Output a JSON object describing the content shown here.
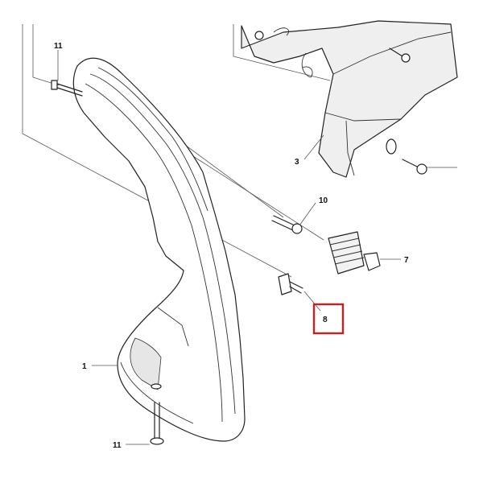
{
  "callouts": {
    "handle_top_screw": "11",
    "bracket": "3",
    "screw_10": "10",
    "spring": "7",
    "highlighted_bolt": "8",
    "handle": "1",
    "handle_bottom_screw": "11"
  },
  "colors": {
    "highlight_box": "#cc1f1f",
    "part_fill": "#ffffff",
    "part_shade": "#e6e6e6",
    "bracket_fill": "#efefef",
    "line": "#222222"
  }
}
